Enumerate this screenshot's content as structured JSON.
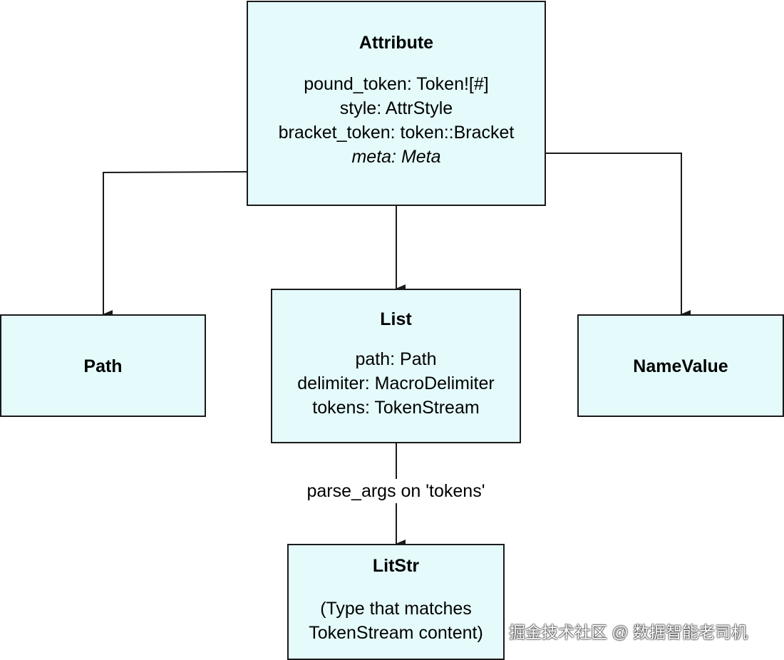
{
  "nodes": {
    "attribute": {
      "title": "Attribute",
      "fields": [
        "pound_token: Token![#]",
        "style: AttrStyle",
        "bracket_token: token::Bracket",
        "meta: Meta"
      ]
    },
    "path": {
      "title": "Path"
    },
    "list": {
      "title": "List",
      "fields": [
        "path: Path",
        "delimiter: MacroDelimiter",
        "tokens: TokenStream"
      ]
    },
    "namevalue": {
      "title": "NameValue"
    },
    "litstr": {
      "title": "LitStr",
      "fields": [
        "(Type that matches",
        "TokenStream content)"
      ]
    }
  },
  "edges": {
    "attribute_to_path": {
      "from": "Attribute",
      "to": "Path"
    },
    "attribute_to_list": {
      "from": "Attribute",
      "to": "List"
    },
    "attribute_to_namevalue": {
      "from": "Attribute",
      "to": "NameValue"
    },
    "list_to_litstr": {
      "from": "List",
      "to": "LitStr",
      "label": "parse_args on 'tokens'"
    }
  },
  "watermark": "掘金技术社区 @ 数据智能老司机",
  "colors": {
    "node_fill": "#e5fbfb",
    "node_border": "#1a1a1a",
    "edge": "#1a1a1a"
  }
}
